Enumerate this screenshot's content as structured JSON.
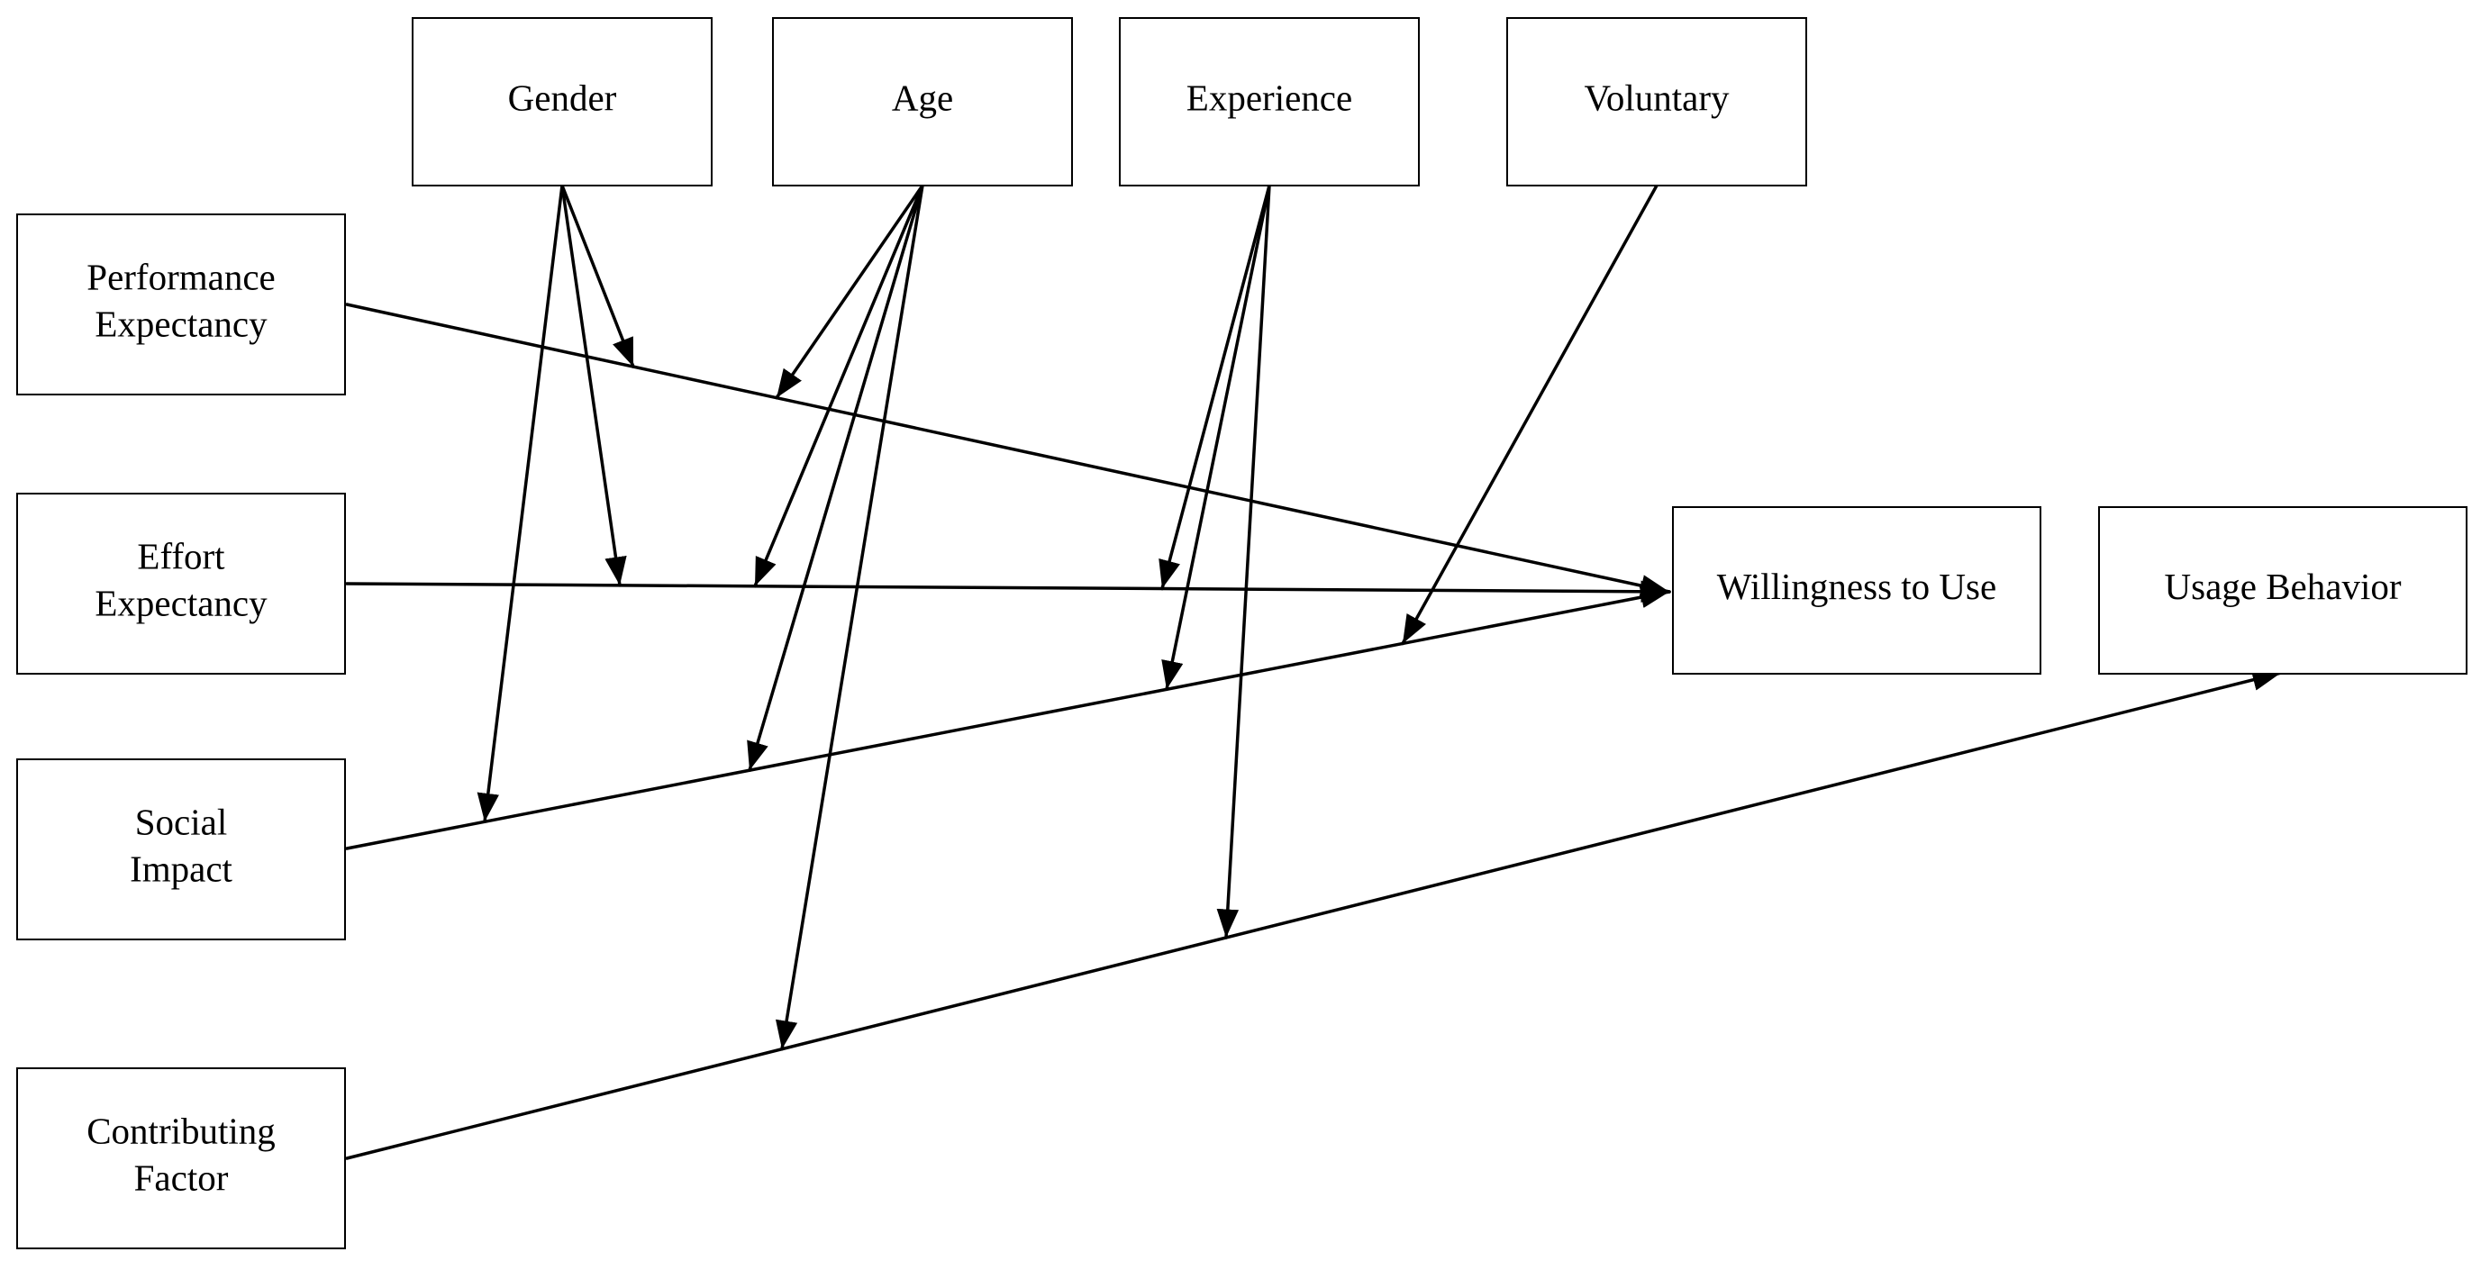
{
  "diagram": {
    "nodes": {
      "gender": {
        "lines": [
          "Gender"
        ]
      },
      "age": {
        "lines": [
          "Age"
        ]
      },
      "experience": {
        "lines": [
          "Experience"
        ]
      },
      "voluntary": {
        "lines": [
          "Voluntary"
        ]
      },
      "performance_expectancy": {
        "lines": [
          "Performance",
          "Expectancy"
        ]
      },
      "effort_expectancy": {
        "lines": [
          "Effort",
          "Expectancy"
        ]
      },
      "social_impact": {
        "lines": [
          "Social",
          "Impact"
        ]
      },
      "contributing_factor": {
        "lines": [
          "Contributing",
          "Factor"
        ]
      },
      "willingness_to_use": {
        "lines": [
          "Willingness to Use"
        ]
      },
      "usage_behavior": {
        "lines": [
          "Usage Behavior"
        ]
      }
    },
    "edges": [
      {
        "from": "performance_expectancy",
        "to": "willingness_to_use",
        "kind": "direct"
      },
      {
        "from": "effort_expectancy",
        "to": "willingness_to_use",
        "kind": "direct"
      },
      {
        "from": "social_impact",
        "to": "willingness_to_use",
        "kind": "direct"
      },
      {
        "from": "contributing_factor",
        "to": "usage_behavior",
        "kind": "direct"
      },
      {
        "from": "gender",
        "to": "performance_expectancy",
        "kind": "moderates"
      },
      {
        "from": "gender",
        "to": "effort_expectancy",
        "kind": "moderates"
      },
      {
        "from": "gender",
        "to": "social_impact",
        "kind": "moderates"
      },
      {
        "from": "age",
        "to": "performance_expectancy",
        "kind": "moderates"
      },
      {
        "from": "age",
        "to": "effort_expectancy",
        "kind": "moderates"
      },
      {
        "from": "age",
        "to": "social_impact",
        "kind": "moderates"
      },
      {
        "from": "age",
        "to": "contributing_factor",
        "kind": "moderates"
      },
      {
        "from": "experience",
        "to": "effort_expectancy",
        "kind": "moderates"
      },
      {
        "from": "experience",
        "to": "social_impact",
        "kind": "moderates"
      },
      {
        "from": "experience",
        "to": "contributing_factor",
        "kind": "moderates"
      },
      {
        "from": "voluntary",
        "to": "social_impact",
        "kind": "moderates"
      }
    ]
  }
}
